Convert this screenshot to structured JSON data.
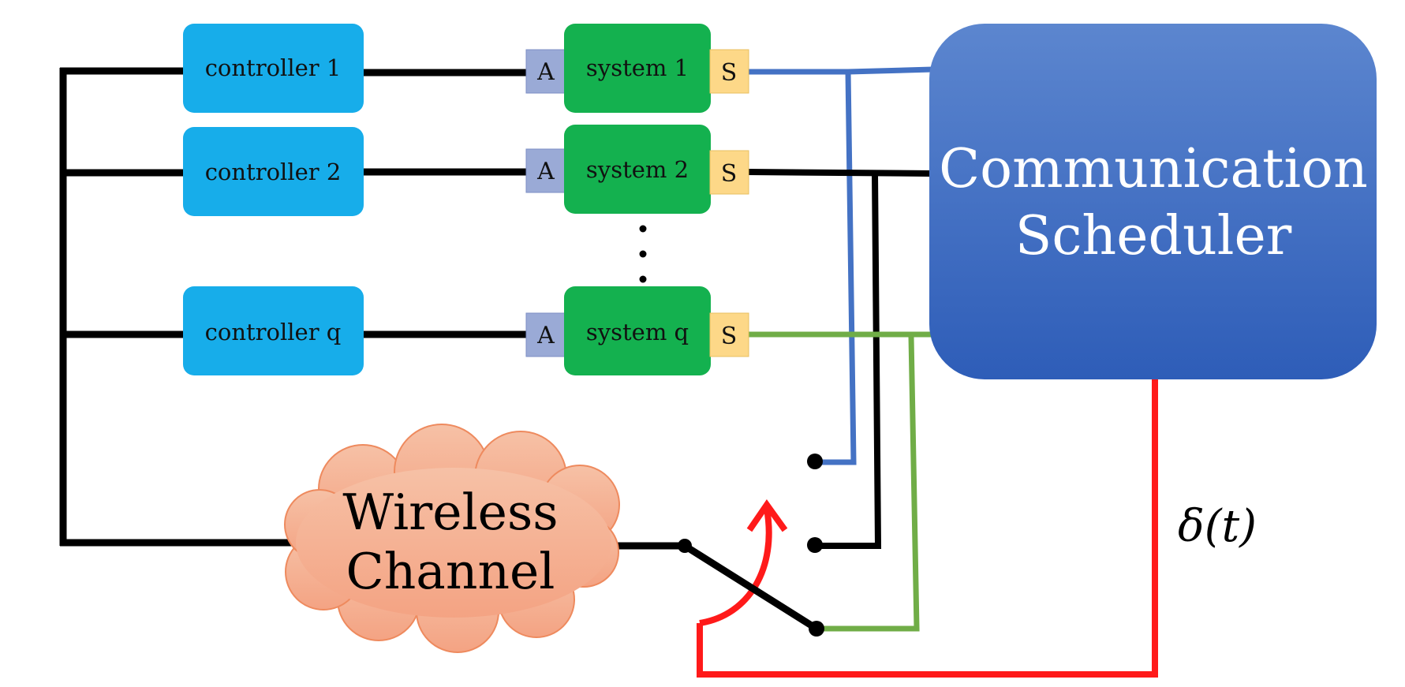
{
  "controllers": [
    {
      "label": "controller 1"
    },
    {
      "label": "controller 2"
    },
    {
      "label": "controller q"
    }
  ],
  "systems": [
    {
      "label": "system 1"
    },
    {
      "label": "system 2"
    },
    {
      "label": "system q"
    }
  ],
  "actuator_label": "A",
  "sensor_label": "S",
  "scheduler": {
    "line1": "Communication",
    "line2": "Scheduler"
  },
  "channel": {
    "line1": "Wireless",
    "line2": "Channel"
  },
  "switch_signal_label": "δ(t)",
  "colors": {
    "controller": "#17ADEA",
    "system": "#14B14F",
    "actuator": "#9AAAD6",
    "sensor": "#FDD888",
    "scheduler_top": "#5C86CF",
    "scheduler_bottom": "#2E5DB8",
    "cloud_top": "#F6C1A6",
    "cloud_bottom": "#F4A383",
    "wire": "#000000",
    "line_system1": "#4472C4",
    "line_system_q": "#70AD47",
    "line_signal": "#FF1A1A"
  }
}
